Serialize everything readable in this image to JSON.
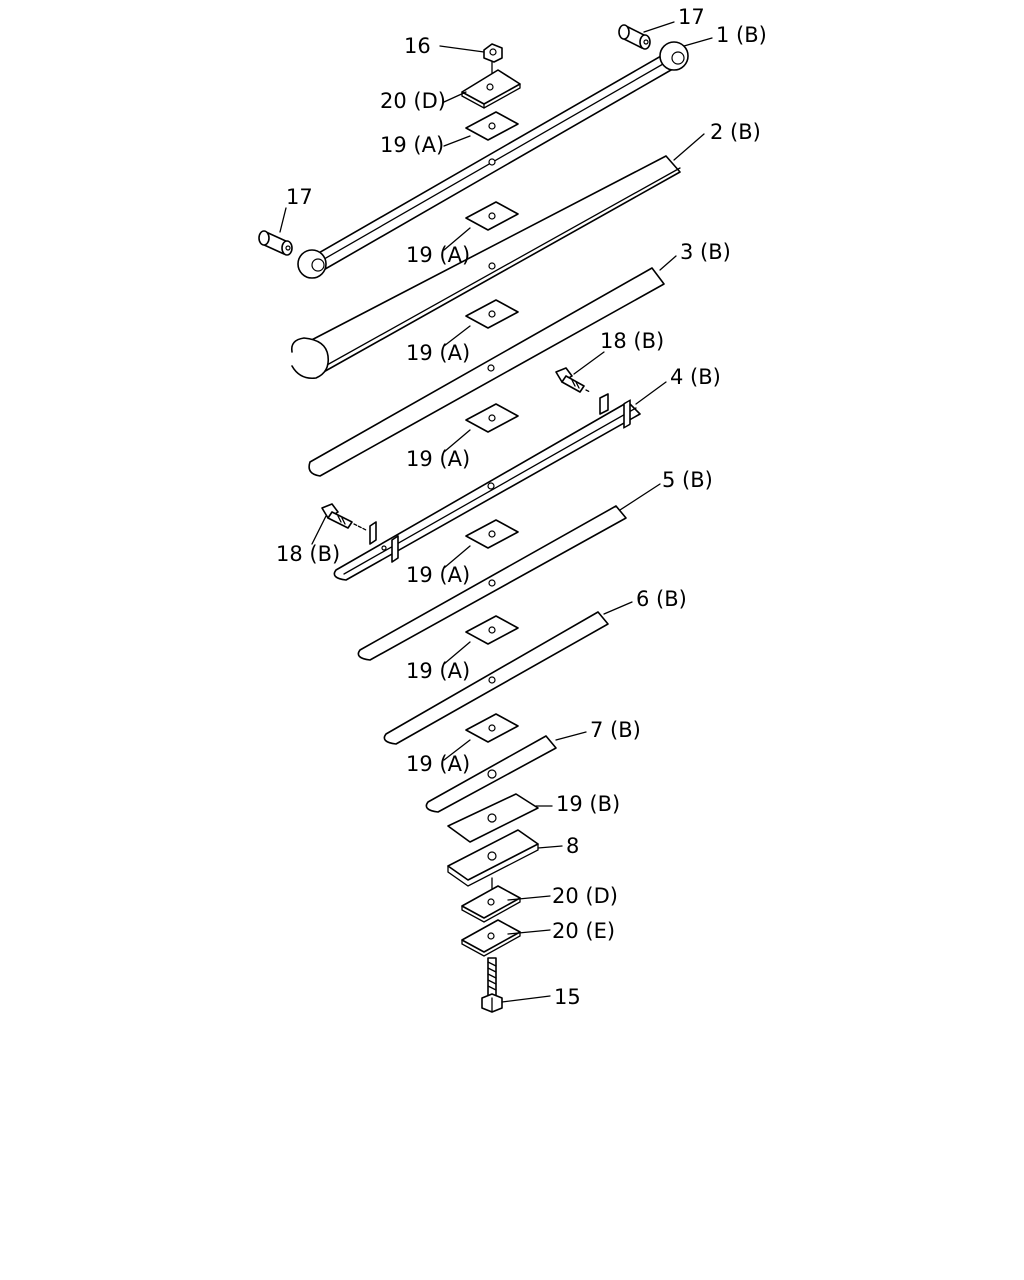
{
  "labels": {
    "p1": "1 (B)",
    "p2": "2 (B)",
    "p3": "3 (B)",
    "p4": "4 (B)",
    "p5": "5 (B)",
    "p6": "6 (B)",
    "p7": "7 (B)",
    "p8": "8",
    "p15": "15",
    "p16": "16",
    "p17_top": "17",
    "p17_left": "17",
    "p18_top": "18 (B)",
    "p18_left": "18 (B)",
    "p19a_1": "19 (A)",
    "p19a_2": "19 (A)",
    "p19a_3": "19 (A)",
    "p19a_4": "19 (A)",
    "p19a_5": "19 (A)",
    "p19a_6": "19 (A)",
    "p19a_7": "19 (A)",
    "p19b": "19 (B)",
    "p20d_top": "20 (D)",
    "p20d_bottom": "20 (D)",
    "p20e": "20 (E)"
  }
}
